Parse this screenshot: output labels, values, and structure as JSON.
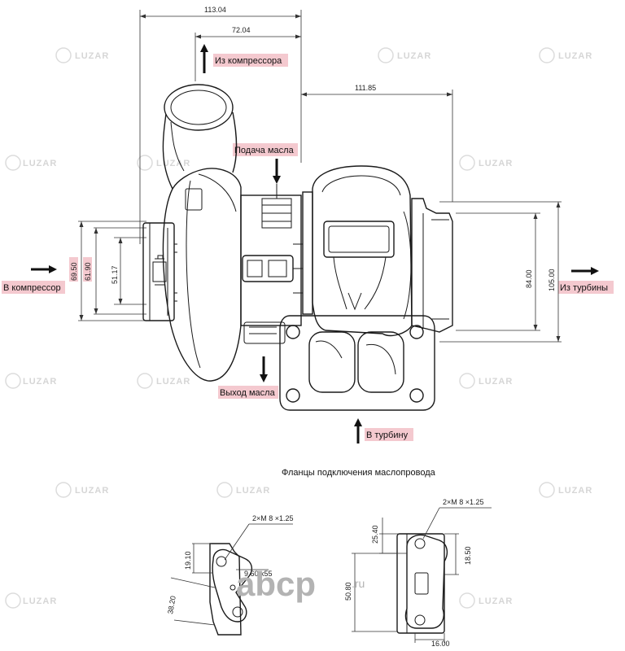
{
  "labels": {
    "iz_kompressora": "Из компрессора",
    "podacha_masla": "Подача масла",
    "v_kompressor": "В компрессор",
    "iz_turbiny": "Из турбины",
    "vyhod_masla": "Выход масла",
    "v_turbinu": "В турбину",
    "flange_title": "Фланцы подключения маслопровода"
  },
  "dimensions": {
    "d_113": "113.04",
    "d_72": "72.04",
    "d_111": "111.85",
    "d_69": "69.50",
    "d_61": "61.90",
    "d_51": "51.17",
    "d_84": "84.00",
    "d_105": "105.00",
    "thread_left": "2×M 8 ×1.25",
    "thread_right": "2×M 8 ×1.25",
    "d_1910": "19.10",
    "d_960": "9.60 x55",
    "d_3820": "38.20",
    "d_2540": "25.40",
    "d_5080": "50.80",
    "d_1850": "18.50",
    "d_1600": "16.00"
  },
  "watermark": {
    "brand": "LUZAR",
    "site_name": "abcp",
    "site_tld": ".ru"
  },
  "colors": {
    "label_highlight": "#f4c9cf",
    "line": "#1a1a1a"
  }
}
